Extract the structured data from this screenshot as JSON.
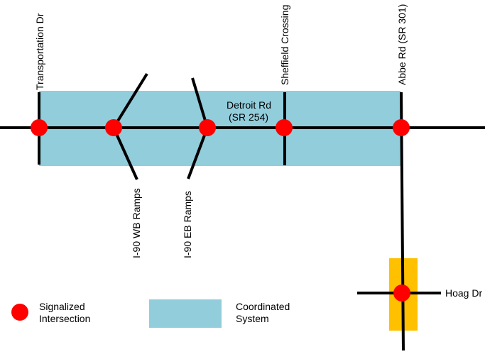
{
  "colors": {
    "coordinated_system": "#92CDDC",
    "hoag_box": "#FFC000",
    "signal": "#FF0000",
    "road": "#000000"
  },
  "labels": {
    "transportation_dr": "Transportation Dr",
    "sheffield_crossing": "Sheffield Crossing",
    "abbe_rd": "Abbe Rd (SR 301)",
    "detroit_rd_line1": "Detroit Rd",
    "detroit_rd_line2": "(SR 254)",
    "i90_wb_ramps": "I-90 WB Ramps",
    "i90_eb_ramps": "I-90 EB Ramps",
    "hoag_dr": "Hoag Dr"
  },
  "legend": {
    "signalized_line1": "Signalized",
    "signalized_line2": "Intersection",
    "coordinated_line1": "Coordinated",
    "coordinated_line2": "System"
  }
}
